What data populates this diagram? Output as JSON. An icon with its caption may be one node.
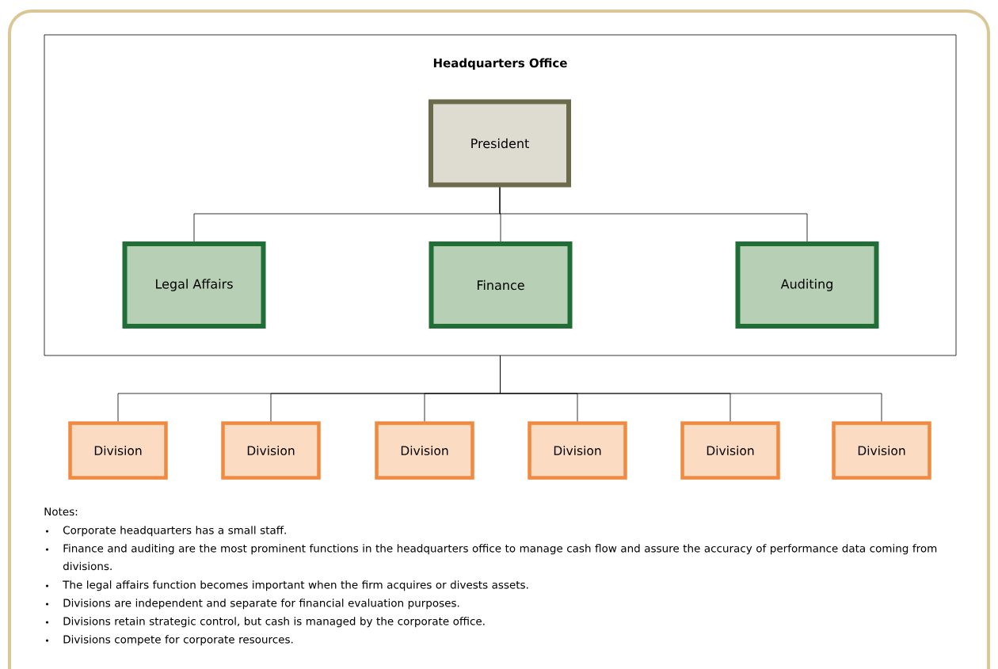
{
  "diagram": {
    "nodes": [
      {
        "text": [
          "Headquarters Office"
        ]
      },
      {
        "text": [
          "President"
        ],
        "in": 0
      },
      {
        "text": [
          "Legal Affairs"
        ],
        "in": 0
      },
      {
        "text": [
          "Finance"
        ],
        "in": 0
      },
      {
        "text": [
          "Auditing"
        ],
        "in": 0
      },
      {
        "text": [
          "Division"
        ]
      },
      {
        "text": [
          "Division"
        ]
      },
      {
        "text": [
          "Division"
        ]
      },
      {
        "text": [
          "Division"
        ]
      },
      {
        "text": [
          "Division"
        ]
      },
      {
        "text": [
          "Division"
        ]
      }
    ],
    "edges": [
      {
        "from": 1,
        "to": 2,
        "arrow": "none"
      },
      {
        "from": 1,
        "to": 3,
        "arrow": "none"
      },
      {
        "from": 1,
        "to": 4,
        "arrow": "none"
      },
      {
        "from": 0,
        "to": 5,
        "arrow": "none"
      },
      {
        "from": 0,
        "to": 6,
        "arrow": "none"
      },
      {
        "from": 0,
        "to": 7,
        "arrow": "none"
      },
      {
        "from": 0,
        "to": 8,
        "arrow": "none"
      },
      {
        "from": 0,
        "to": 9,
        "arrow": "none"
      },
      {
        "from": 0,
        "to": 10,
        "arrow": "none"
      }
    ],
    "labels": [
      "Notes:",
      "Corporate headquarters has a small staff.",
      "Finance and auditing are the most prominent functions in the headquarters office to manage cash flow and assure the accuracy of performance data coming from divisions.",
      "The legal affairs function becomes important when the firm acquires or divests assets.",
      "Divisions are independent and separate for financial evaluation purposes.",
      "Divisions retain strategic control, but cash is managed by the corporate office.",
      "Divisions compete for corporate resources."
    ]
  }
}
